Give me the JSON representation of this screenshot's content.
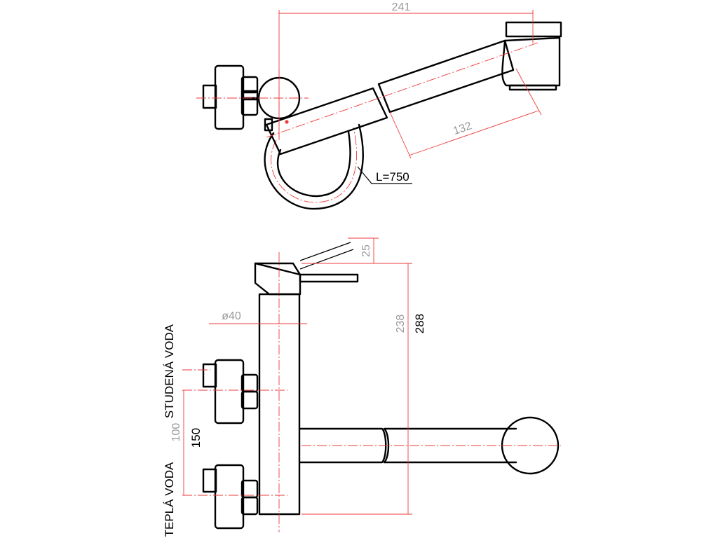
{
  "top_view": {
    "dim_width": "241",
    "dim_spout": "132",
    "hose_length": "L=750"
  },
  "side_view": {
    "dim_lever": "25",
    "dim_body_height": "238",
    "dim_total_height": "288",
    "dim_diameter": "ø40",
    "dim_inlet_spacing_inner": "100",
    "dim_inlet_spacing_outer": "150",
    "label_cold": "STUDENÁ  VODA",
    "label_hot": "TEPLÁ  VODA"
  }
}
